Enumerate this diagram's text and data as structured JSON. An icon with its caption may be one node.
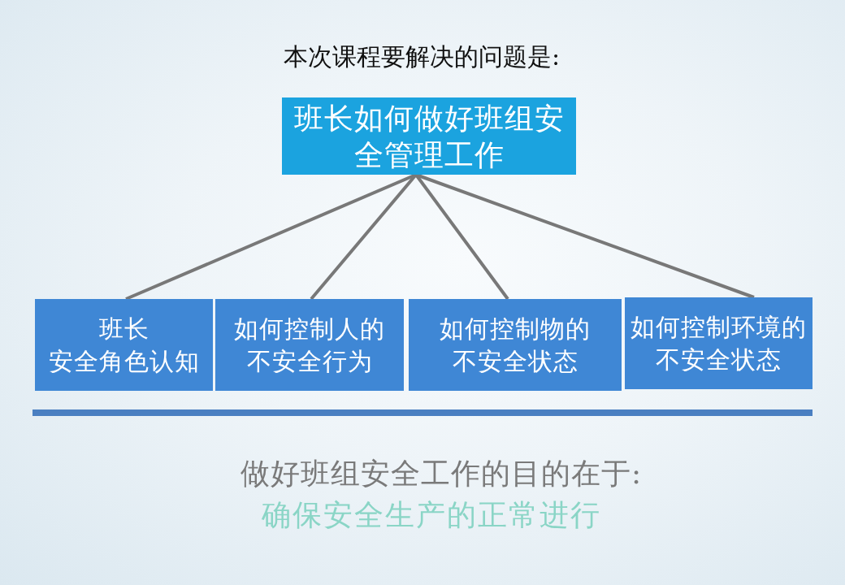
{
  "diagram": {
    "title": "本次课程要解决的问题是:",
    "nodes": [
      {
        "text": [
          "班长如何做好班组安全管理工作"
        ]
      },
      {
        "text": [
          "班长安全角色认知"
        ]
      },
      {
        "text": [
          "如何控制人的不安全行为"
        ]
      },
      {
        "text": [
          "如何控制物的不安全状态"
        ]
      },
      {
        "text": [
          "如何控制环境的不安全状态"
        ]
      }
    ],
    "edges": [
      {
        "from": 0,
        "to": 1,
        "arrow": "none"
      },
      {
        "from": 0,
        "to": 2,
        "arrow": "none"
      },
      {
        "from": 0,
        "to": 3,
        "arrow": "none"
      },
      {
        "from": 0,
        "to": 4,
        "arrow": "none"
      }
    ],
    "labels": [
      "做好班组安全工作的目的在于:",
      "确保安全生产的正常进行"
    ]
  }
}
